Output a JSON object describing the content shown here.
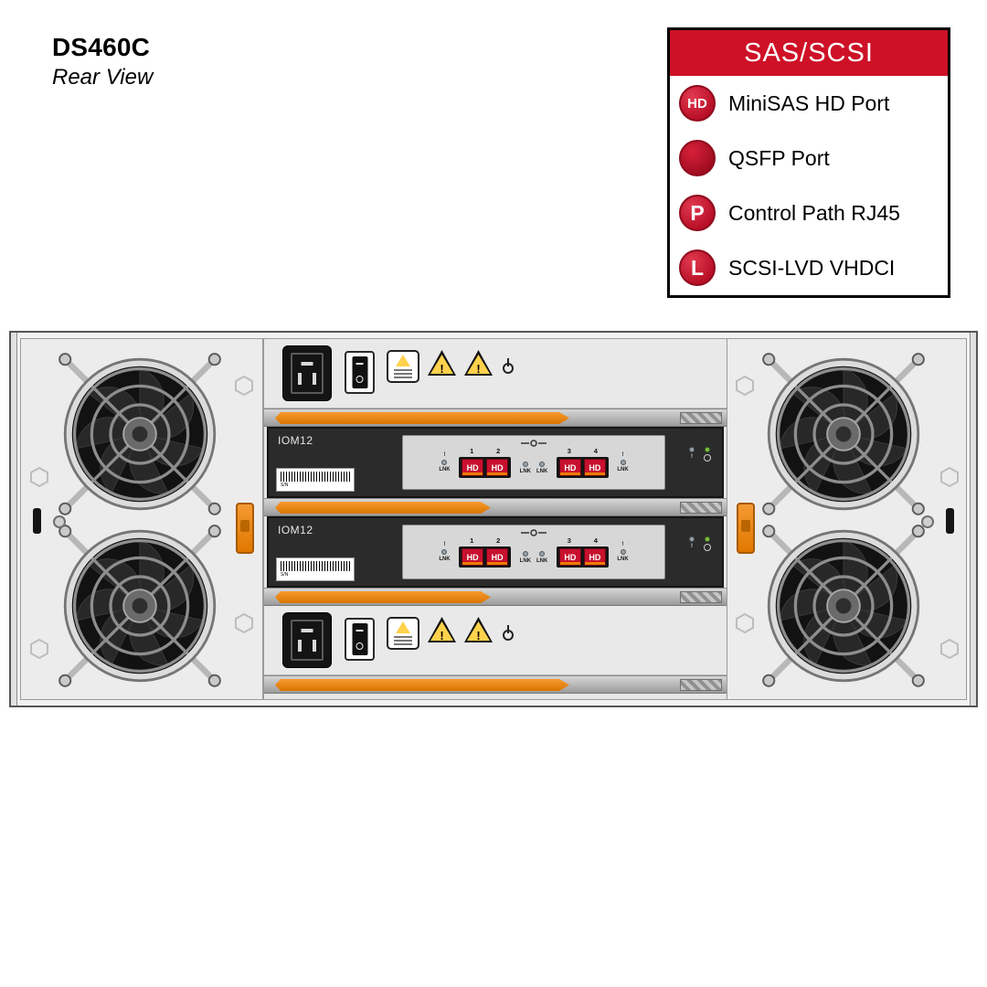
{
  "page": {
    "title": "DS460C",
    "subtitle": "Rear View"
  },
  "legend": {
    "header": "SAS/SCSI",
    "items": [
      {
        "icon": "minisas-hd-port-icon",
        "icon_text": "HD",
        "label": "MiniSAS HD Port"
      },
      {
        "icon": "qsfp-port-icon",
        "icon_text": "",
        "label": "QSFP Port"
      },
      {
        "icon": "control-path-rj45-icon",
        "icon_text": "P",
        "label": "Control Path RJ45"
      },
      {
        "icon": "scsi-lvd-vhdci-icon",
        "icon_text": "L",
        "label": "SCSI-LVD VHDCI"
      }
    ],
    "colors": {
      "header_bg": "#CE1126",
      "icon_red": "#C8102E"
    }
  },
  "chassis": {
    "colors": {
      "handle_orange": "#EF8200",
      "iom_panel": "#2B2B2B",
      "port_red": "#C8102E"
    },
    "psus": [
      {
        "warning_mark": "!"
      },
      {
        "warning_mark": "!"
      }
    ],
    "ioms": [
      {
        "name": "IOM12",
        "serial_label": "S/N",
        "port_numbers": [
          "1",
          "2",
          "3",
          "4"
        ],
        "port_type": "HD",
        "lnk_label": "LNK",
        "alert_label": "!"
      },
      {
        "name": "IOM12",
        "serial_label": "S/N",
        "port_numbers": [
          "1",
          "2",
          "3",
          "4"
        ],
        "port_type": "HD",
        "lnk_label": "LNK",
        "alert_label": "!"
      }
    ]
  }
}
